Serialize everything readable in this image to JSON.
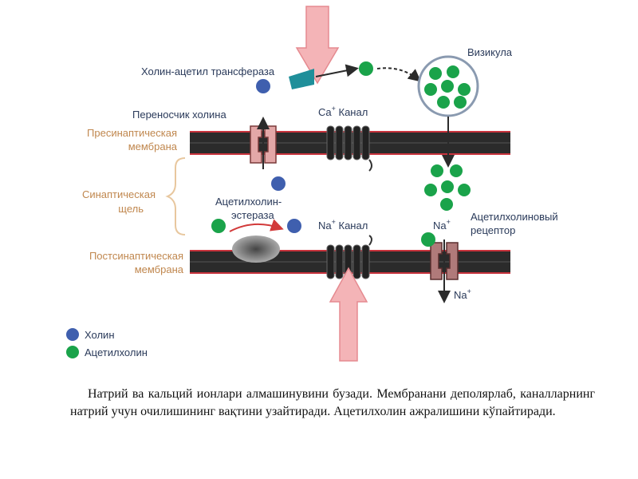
{
  "labels": {
    "transferase": "Холин-ацетил трансфераза",
    "vesicle": "Визикула",
    "choline_transporter": "Переносчик холина",
    "ca_channel_prefix": "Ca",
    "ca_channel_suffix": " Канал",
    "presynaptic_1": "Пресинаптическая",
    "presynaptic_2": "мембрана",
    "cleft_1": "Синаптическая",
    "cleft_2": "щель",
    "esterase_1": "Ацетилхолин-",
    "esterase_2": "эстераза",
    "na_channel_prefix": "Na",
    "na_channel_suffix": " Канал",
    "na_receptor": "Na",
    "receptor_1": "Ацетилхолиновый",
    "receptor_2": "рецептор",
    "postsynaptic_1": "Постсинаптическая",
    "postsynaptic_2": "мембрана",
    "na_out": "Na",
    "plus": "+"
  },
  "legend": {
    "choline": "Холин",
    "acetylcholine": "Ацетилхолин"
  },
  "colors": {
    "choline": "#3f5fae",
    "acetylcholine": "#1aa34a",
    "membrane": "#2b2b2b",
    "membrane_edge": "#c8333d",
    "arrow_pink": "#f4b4b7",
    "tan_text": "#c0874e"
  },
  "caption": "Натрий ва кальций ионлари алмашинувини бузади. Мембранани деполярлаб, каналларнинг  натрий учун очилишининг вақтини узайтиради. Ацетилхолин ажралишини кўпайтиради."
}
